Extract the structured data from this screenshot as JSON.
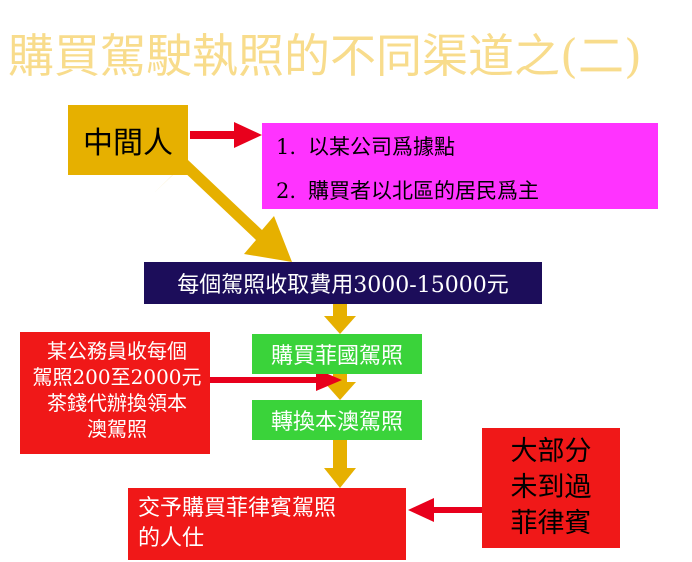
{
  "title": "購買駕駛執照的不同渠道之(二)",
  "middleman": "中間人",
  "bases": [
    {
      "num": "1.",
      "text": "以某公司爲據點"
    },
    {
      "num": "2.",
      "text": "購買者以北區的居民爲主"
    }
  ],
  "fee": "每個駕照收取費用3000-15000元",
  "buy_ph": "購買菲國駕照",
  "convert": "轉換本澳駕照",
  "civil_servant": [
    "某公務員收每個",
    "駕照200至2000元",
    "茶錢代辦換領本",
    "澳駕照"
  ],
  "most_not_visited": [
    "大部分",
    "未到過",
    "菲律賓"
  ],
  "handover": [
    "交予購買菲律賓駕照",
    "的人仕"
  ],
  "colors": {
    "title": "#f8dc8c",
    "middleman_box": "#e6b000",
    "magenta_box": "#ff33ff",
    "fee_box": "#1c0d5a",
    "green_box": "#3ad33a",
    "red_box": "#f01818",
    "arrow_red": "#e8001c",
    "arrow_gold": "#e6b000"
  }
}
